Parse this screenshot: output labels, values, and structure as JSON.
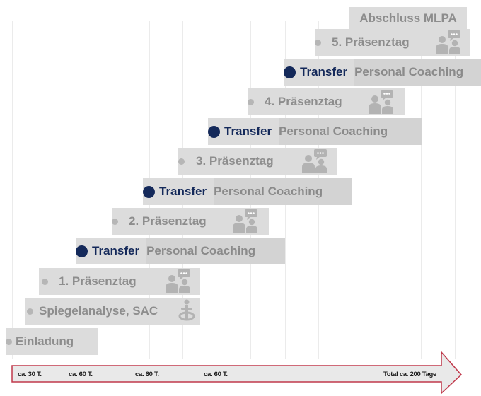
{
  "header": {
    "label": "Abschluss MLPA"
  },
  "steps": {
    "einladung": "Einladung",
    "spiegelanalyse": "Spiegelanalyse, SAC",
    "praesenz1": "1. Präsenztag",
    "praesenz2": "2. Präsenztag",
    "praesenz3": "3. Präsenztag",
    "praesenz4": "4. Präsenztag",
    "praesenz5": "5. Präsenztag",
    "transfer": "Transfer",
    "coaching": "Personal Coaching"
  },
  "timeline": {
    "ticks": [
      "ca. 30 T.",
      "ca. 60 T.",
      "ca. 60 T.",
      "ca. 60 T."
    ],
    "total": "Total ca. 200 Tage"
  },
  "colors": {
    "navy": "#14295a",
    "step_grey": "#dcdcdc",
    "text_grey": "#8d8d8d",
    "arrow_border": "#c0394b"
  },
  "icons": {
    "seminar": "people-speech-icon",
    "analysis": "assessment-figure-icon"
  }
}
